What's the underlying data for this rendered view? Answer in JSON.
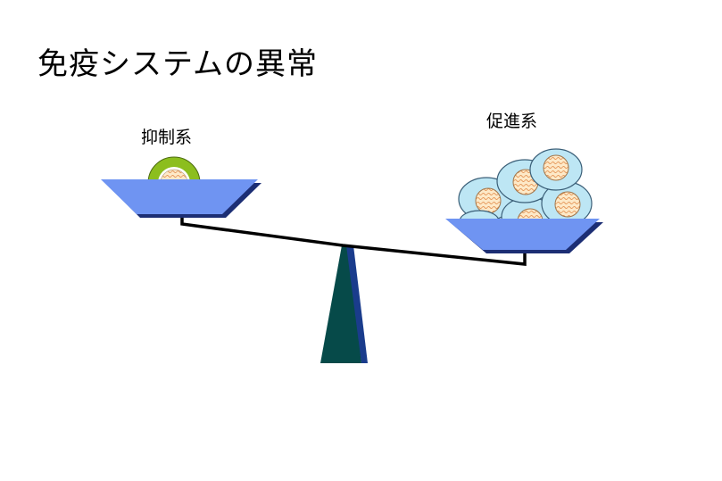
{
  "title": "免疫システムの異常",
  "balance": {
    "left_label": "抑制系",
    "right_label": "促進系",
    "left_cells": 1,
    "right_cells": 6
  },
  "colors": {
    "pan_fill": "#6f94f2",
    "pan_shadow": "#1c2e74",
    "fulcrum_front": "#064a49",
    "fulcrum_side": "#1a3c8c",
    "beam": "#000000",
    "suppressor_ring": "#8cbe1e",
    "promoter_cell": "#bde6f4",
    "cell_nucleus": "#fde9c8",
    "nucleus_wave": "#e0843f"
  }
}
